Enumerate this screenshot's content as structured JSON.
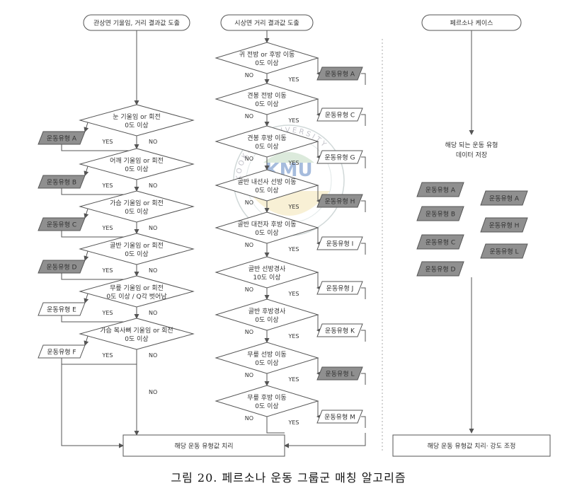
{
  "left_column": {
    "start": "관상면 기울임, 거리 결과값 도출",
    "decisions": [
      {
        "line1": "눈 기울임 or 회전",
        "line2": "0도 이상"
      },
      {
        "line1": "어깨 기울임 or 회전",
        "line2": "0도 이상"
      },
      {
        "line1": "가슴 기울임 or 회전",
        "line2": "0도 이상"
      },
      {
        "line1": "골반 기울임 or 회전",
        "line2": "0도 이상"
      },
      {
        "line1": "무릎 기울임 or 회전",
        "line2": "0도 이상 / Q각 벗어남"
      },
      {
        "line1": "가슴 복사뼈 기울임 or 회전",
        "line2": "0도 이상"
      }
    ],
    "outputs": [
      "운동유형 A",
      "운동유형 B",
      "운동유형 C",
      "운동유형 D",
      "운동유형 E",
      "운동유형 F"
    ],
    "output_shaded": [
      true,
      true,
      true,
      true,
      false,
      false
    ]
  },
  "middle_column": {
    "start": "시상면 거리 결과값 도출",
    "decisions": [
      {
        "line1": "귀 전방 or 후방 이동",
        "line2": "0도 이상"
      },
      {
        "line1": "견봉 전방 이동",
        "line2": "0도 이상"
      },
      {
        "line1": "견봉 후방 이동",
        "line2": "0도 이상"
      },
      {
        "line1": "골반 내선사 선방 이동",
        "line2": "0도 이상"
      },
      {
        "line1": "골반 대전자 후방 이동",
        "line2": "0도 이상"
      },
      {
        "line1": "골반 선방경사",
        "line2": "10도 이상"
      },
      {
        "line1": "골반 후방경사",
        "line2": "0도 이상"
      },
      {
        "line1": "무릎 선방 이동",
        "line2": "0도 이상"
      },
      {
        "line1": "무릎 후방 이동",
        "line2": "0도 이상"
      }
    ],
    "outputs": [
      "운동유형 A",
      "운동유형 C",
      "운동유형 G",
      "운동유형 H",
      "운동유형 I",
      "운동유형 J",
      "운동유형 K",
      "운동유형 L",
      "운동유형 M"
    ],
    "output_shaded": [
      true,
      false,
      false,
      true,
      false,
      false,
      false,
      true,
      false
    ]
  },
  "right_column": {
    "start": "페르소나 케이스",
    "store_line1": "해당 되는 운동 유형",
    "store_line2": "데이터 저장",
    "types_left": [
      "운동유형 A",
      "운동유형 B",
      "운동유형 C",
      "운동유형 D"
    ],
    "types_right": [
      "운동유형 A",
      "운동유형 H",
      "운동유형 L"
    ],
    "end": "해당 운동 유형값 치리· 강도 조정"
  },
  "end_box": "해당 운동 유형값 치리",
  "labels": {
    "yes": "YES",
    "no": "NO"
  },
  "watermark": {
    "text": "KMU",
    "ring": "KOOKMIN UNIVERSITY"
  },
  "caption": "그림 20. 페르소나 운동 그룹군 매칭 알고리즘",
  "colors": {
    "shaded": "#8f8f8f",
    "line": "#555555",
    "watermark": "#3b6db5"
  }
}
